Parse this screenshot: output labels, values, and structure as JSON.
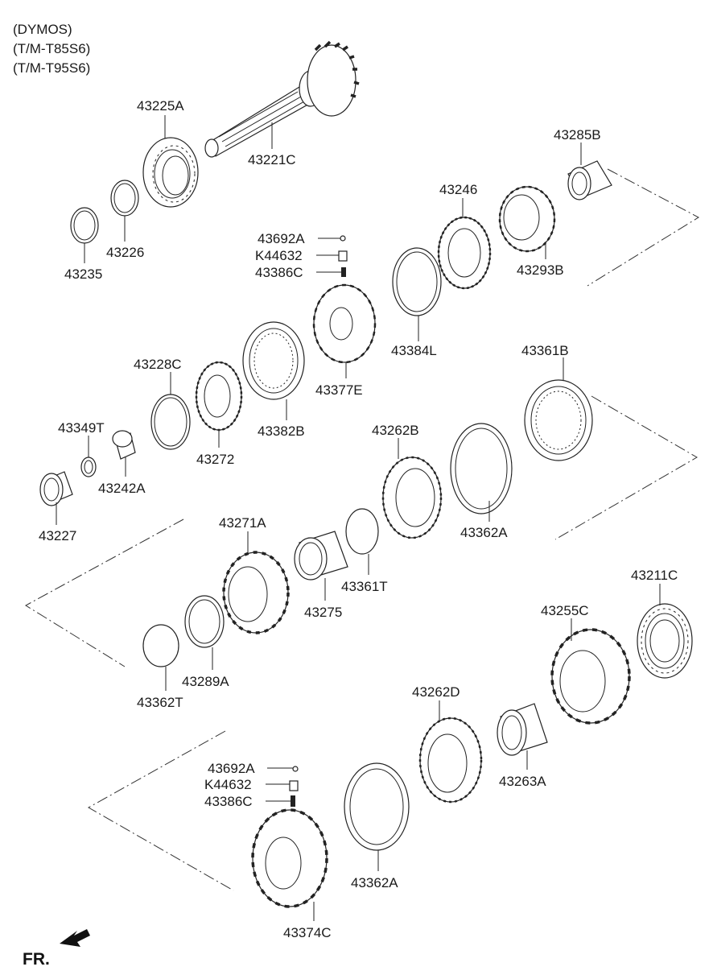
{
  "header": {
    "maker": "(DYMOS)",
    "model_1": "(T/M-T85S6)",
    "model_2": "(T/M-T95S6)"
  },
  "direction_label": "FR.",
  "parts": {
    "p43225A": "43225A",
    "p43221C": "43221C",
    "p43285B": "43285B",
    "p43246": "43246",
    "p43226": "43226",
    "p43235": "43235",
    "p43692A_top": "43692A",
    "pK44632_top": "K44632",
    "p43386C_top": "43386C",
    "p43293B": "43293B",
    "p43384L": "43384L",
    "p43228C": "43228C",
    "p43361B": "43361B",
    "p43377E": "43377E",
    "p43349T": "43349T",
    "p43382B": "43382B",
    "p43262B": "43262B",
    "p43272": "43272",
    "p43242A": "43242A",
    "p43227": "43227",
    "p43362A_mid": "43362A",
    "p43271A": "43271A",
    "p43361T": "43361T",
    "p43275": "43275",
    "p43211C": "43211C",
    "p43255C": "43255C",
    "p43289A": "43289A",
    "p43362T": "43362T",
    "p43262D": "43262D",
    "p43692A_bot": "43692A",
    "pK44632_bot": "K44632",
    "p43263A": "43263A",
    "p43386C_bot": "43386C",
    "p43362A_bot": "43362A",
    "p43374C": "43374C"
  }
}
